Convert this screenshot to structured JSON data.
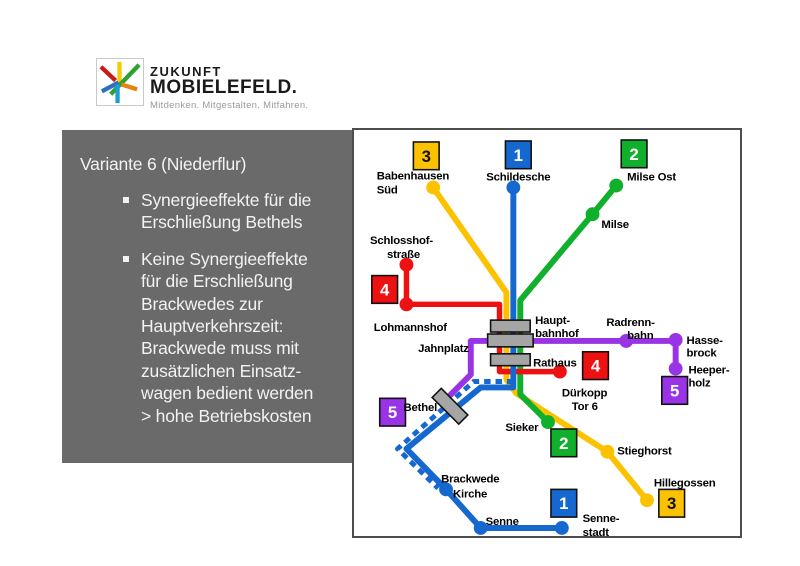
{
  "logo": {
    "title_line1": "ZUKUNFT",
    "title_line2": "MOBIELEFELD.",
    "tagline": "Mitdenken. Mitgestalten. Mitfahren."
  },
  "panel": {
    "heading": "Variante 6 (Niederflur)",
    "bullets": [
      {
        "text": "Synergieeffekte für die\nErschließung Bethels"
      },
      {
        "text": "Keine Synergieeffekte\nfür die Erschließung\nBrackwedes zur\nHauptverkehrszeit:\nBrackwede muss mit\nzusätzlichen Einsatz-\nwagen bedient werden\n> hohe Betriebskosten"
      }
    ]
  },
  "map": {
    "line_colors": {
      "line1": "#1668D1",
      "line2": "#10B02C",
      "line3": "#FCC200",
      "line4": "#EE1111",
      "line5": "#9933E6"
    },
    "line_numbers": {
      "line1": "1",
      "line2": "2",
      "line3": "3",
      "line4": "4",
      "line5": "5"
    },
    "stations": {
      "babenhausen_l1": "Babenhausen",
      "babenhausen_l2": "Süd",
      "schildesche": "Schildesche",
      "milse_ost": "Milse Ost",
      "milse": "Milse",
      "schlosshof_l1": "Schlosshof-",
      "schlosshof_l2": "straße",
      "lohmannshof": "Lohmannshof",
      "hauptbahnhof_l1": "Haupt-",
      "hauptbahnhof_l2": "bahnhof",
      "jahnplatz": "Jahnplatz",
      "radrennbahn_l1": "Radrenn-",
      "radrennbahn_l2": "bahn",
      "hassebrock_l1": "Hasse-",
      "hassebrock_l2": "brock",
      "heeperholz_l1": "Heeper-",
      "heeperholz_l2": "holz",
      "rathaus": "Rathaus",
      "duerkopp_l1": "Dürkopp",
      "duerkopp_l2": "Tor 6",
      "sieker": "Sieker",
      "stieghorst": "Stieghorst",
      "hillegossen": "Hillegossen",
      "bethel": "Bethel",
      "brackwede_l1": "Brackwede",
      "brackwede_l2": "Kirche",
      "senne": "Senne",
      "sennestadt_l1": "Senne-",
      "sennestadt_l2": "stadt"
    }
  }
}
